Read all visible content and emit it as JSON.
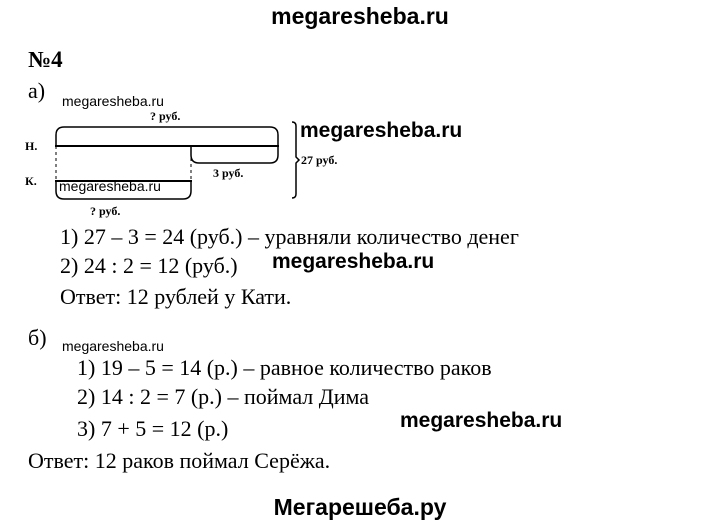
{
  "header": {
    "site": "megaresheba.ru"
  },
  "task": {
    "number": "№4"
  },
  "part_a": {
    "label": "а)",
    "diagram": {
      "top_label": "? руб.",
      "row_n": "Н.",
      "row_k": "К.",
      "diff": "3 руб.",
      "total": "27 руб.",
      "bottom_label": "? руб."
    },
    "lines": [
      "1) 27 – 3 = 24 (руб.) – уравняли количество денег",
      "2) 24 : 2 = 12 (руб.)",
      "Ответ: 12 рублей у Кати."
    ]
  },
  "part_b": {
    "label": "б)",
    "lines": [
      "1) 19 – 5 = 14 (р.) – равное количество раков",
      "2) 14 : 2 = 7 (р.) – поймал Дима",
      "3) 7 + 5 = 12 (р.)"
    ],
    "answer": "Ответ: 12 раков поймал Серёжа."
  },
  "watermarks": {
    "w1": "megaresheba.ru",
    "w2": "megaresheba.ru",
    "w3": "megaresheba.ru",
    "w4": "megaresheba.ru",
    "w5": "megaresheba.ru",
    "w6": "megaresheba.ru"
  },
  "footer": {
    "site": "Мегарешеба.ру"
  }
}
